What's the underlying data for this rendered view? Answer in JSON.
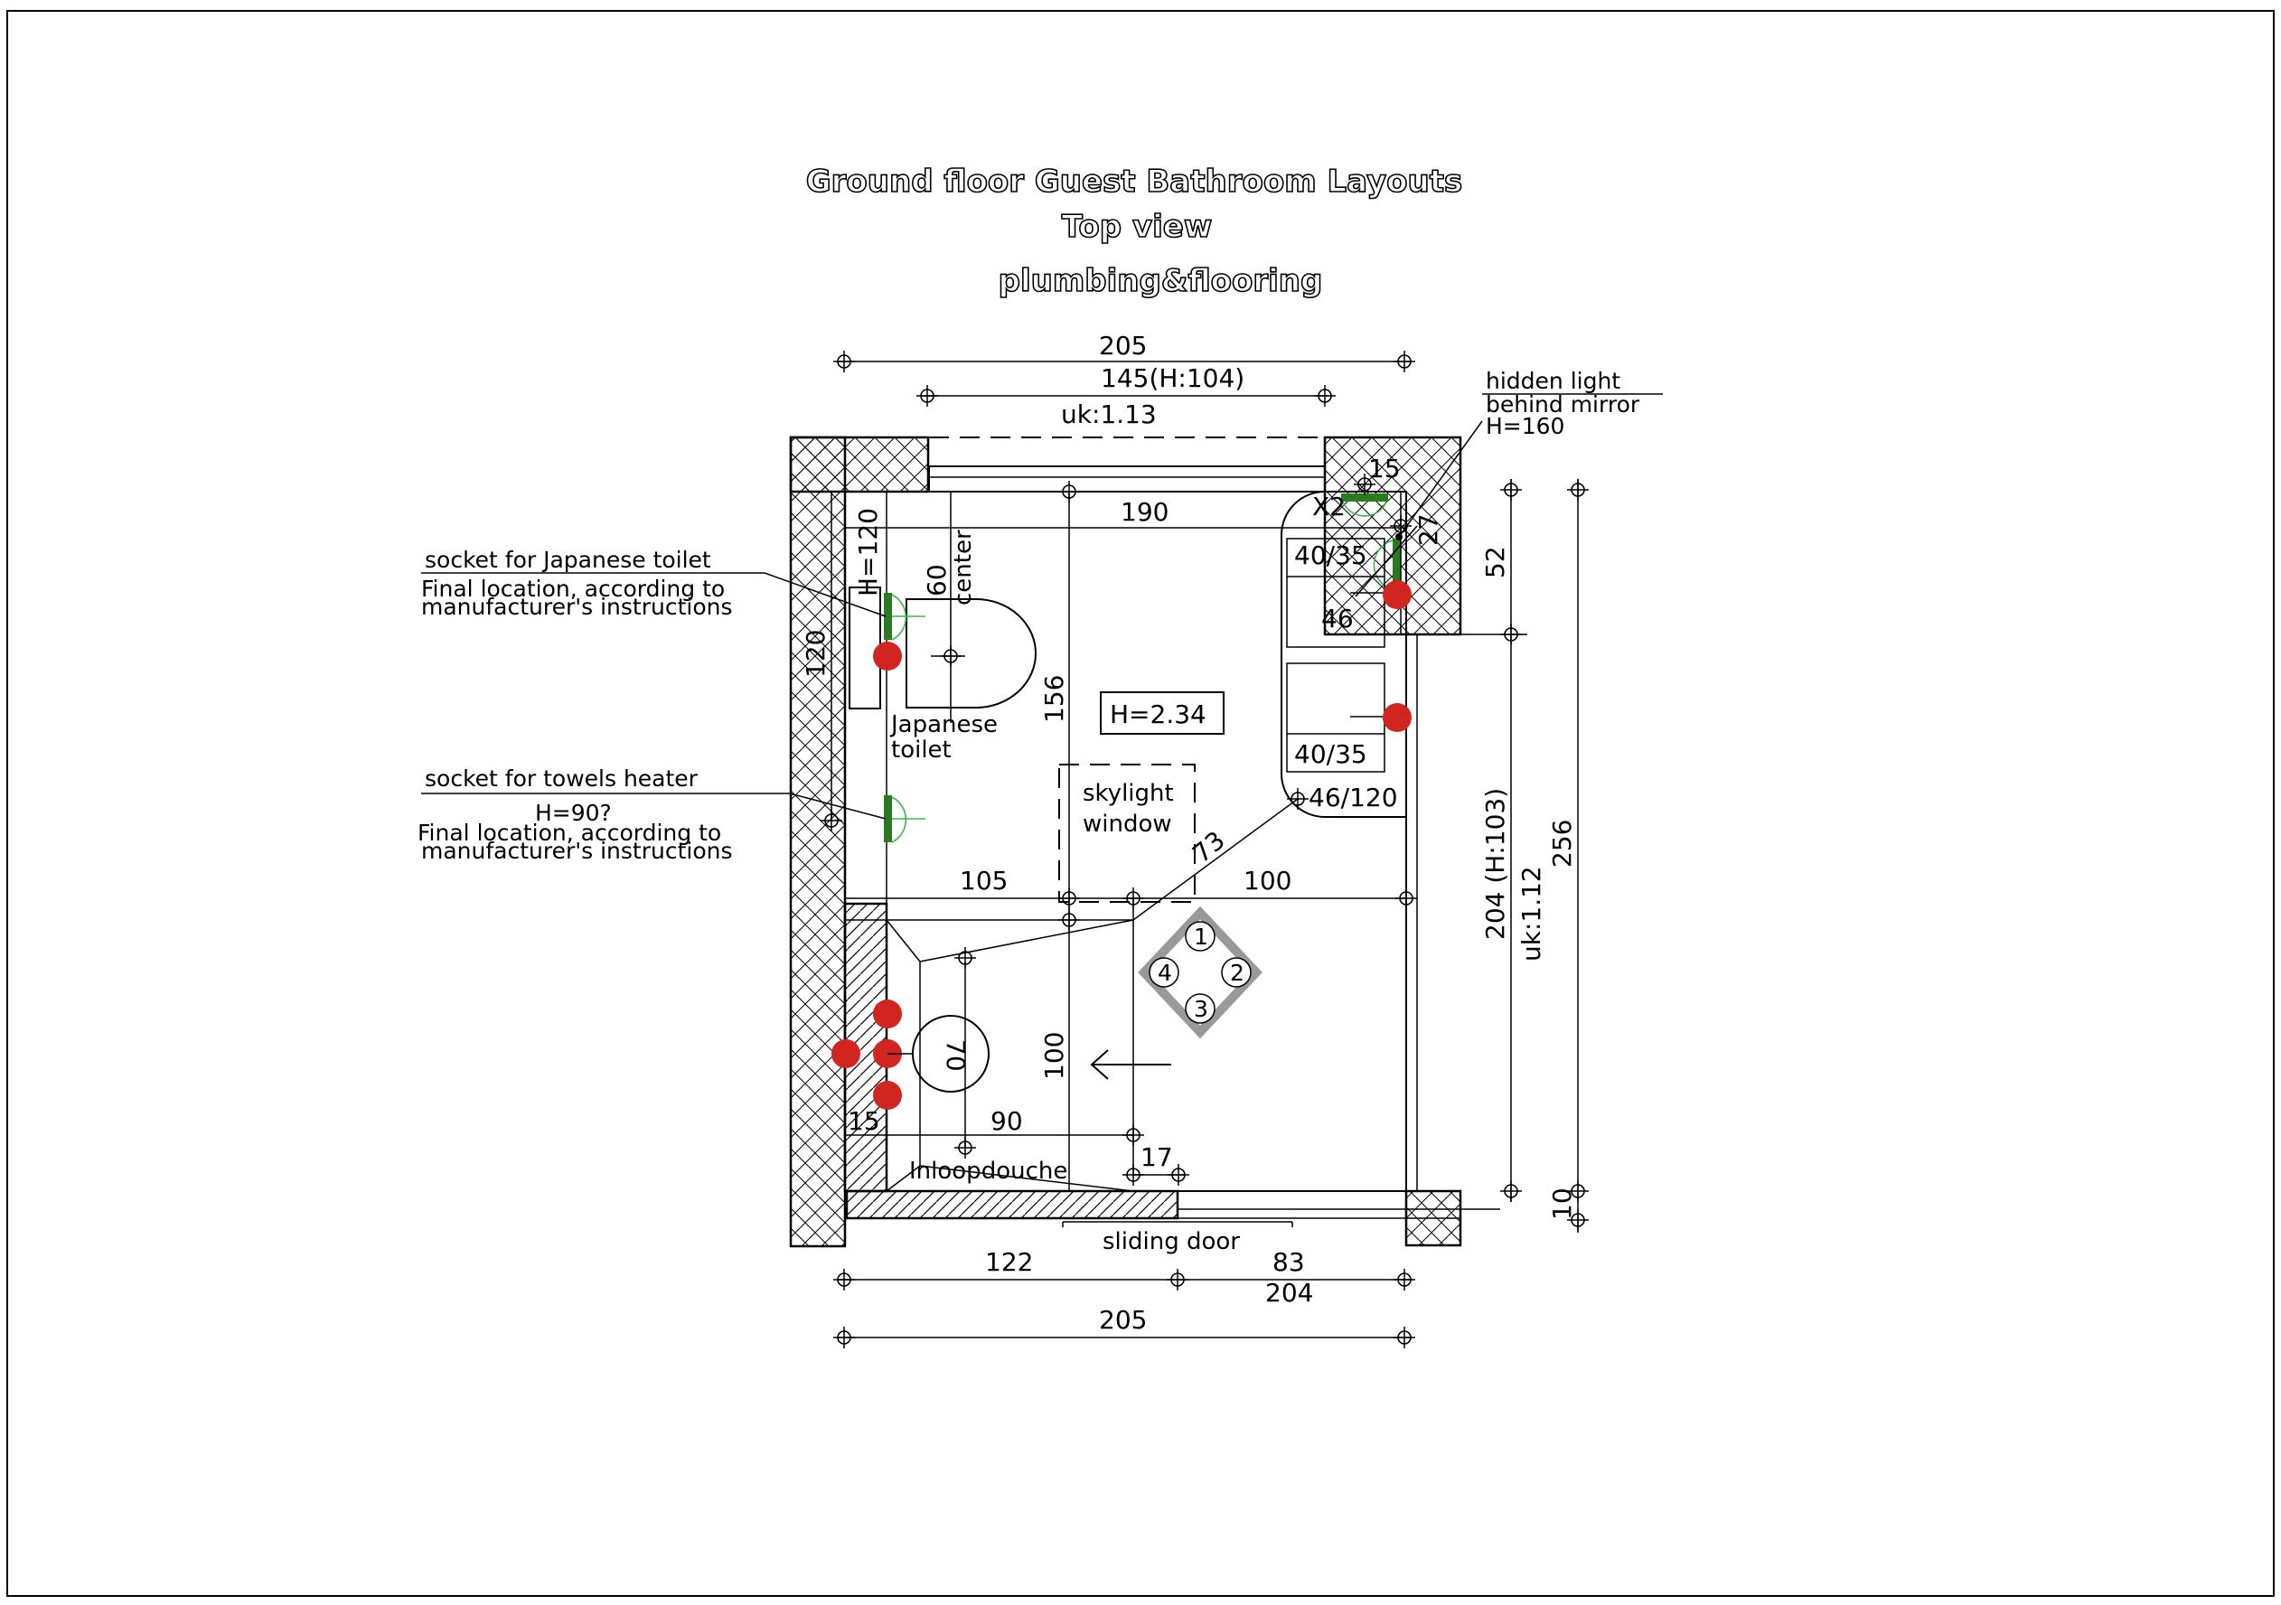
{
  "title": {
    "line1": "Ground floor Guest Bathroom Layouts",
    "line2": "Top view",
    "line3": "plumbing&flooring"
  },
  "dimensions": {
    "top_total": "205",
    "top_window": "145(H:104)",
    "top_uk": "uk:1.13",
    "interior_width": "190",
    "mirror_15": "15",
    "x2": "X2",
    "v27": "27",
    "v52": "52",
    "left_120": "120",
    "h120": "H=120",
    "center_60": "60",
    "center_label": "center",
    "v156": "156",
    "ceiling": "H=2.34",
    "d105": "105",
    "d100": "100",
    "d73": "73",
    "v100": "100",
    "d70": "70",
    "d15": "15",
    "d90": "90",
    "d17": "17",
    "b122": "122",
    "b83": "83",
    "b204": "204",
    "b205": "205",
    "r204": "204 (H:103)",
    "r_uk": "uk:1.12",
    "r256": "256",
    "r10": "10",
    "sink_top": "40/35",
    "sink_top_46": "46",
    "sink_bottom": "40/35",
    "cabinet": "46/120"
  },
  "labels": {
    "japanese_toilet_1": "Japanese",
    "japanese_toilet_2": "toilet",
    "skylight_1": "skylight",
    "skylight_2": "window",
    "shower": "Inloopdouche",
    "sliding_door": "sliding door"
  },
  "notes": {
    "socket_toilet": "socket for Japanese toilet",
    "socket_toilet_final_1": "Final location, according to",
    "socket_toilet_final_2": "manufacturer's instructions",
    "socket_towel": "socket for towels heater",
    "socket_towel_h": "H=90?",
    "socket_towel_final_1": "Final location, according to",
    "socket_towel_final_2": "manufacturer's instructions",
    "hidden_light_1": "hidden light",
    "hidden_light_2": "behind mirror",
    "hidden_light_3": "H=160"
  },
  "compass": {
    "n1": "1",
    "n2": "2",
    "n3": "3",
    "n4": "4"
  },
  "colors": {
    "plumbing": "#d32520",
    "socket": "#2a7a1e",
    "socket_arc": "#3cb54a"
  }
}
